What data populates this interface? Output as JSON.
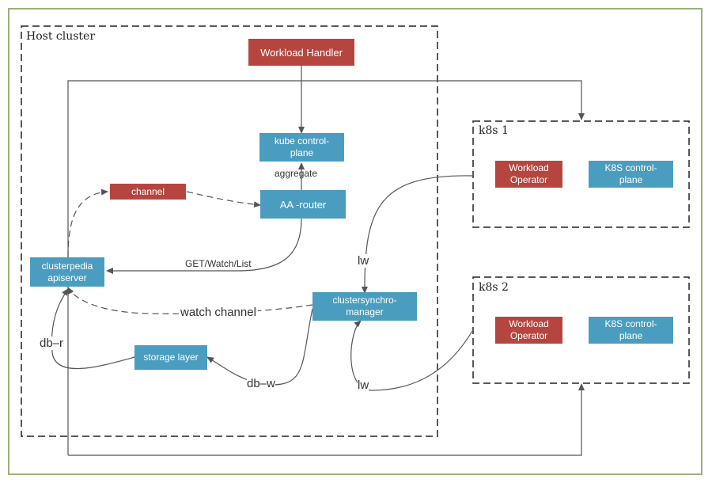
{
  "colors": {
    "service_box": "#4b9dbf",
    "controller_box": "#b5463f",
    "outer_border": "#9bb07c",
    "line": "#555555"
  },
  "clusters": {
    "host": {
      "title": "Host cluster"
    },
    "k8s1": {
      "title": "k8s 1",
      "operator": "Workload\nOperator",
      "control_plane": "K8S control-\nplane"
    },
    "k8s2": {
      "title": "k8s 2",
      "operator": "Workload\nOperator",
      "control_plane": "K8S control-\nplane"
    }
  },
  "nodes": {
    "workload_handler": "Workload Handler",
    "kube_control_plane": "kube control-\nplane",
    "channel": "channel",
    "aa_router": "AA -router",
    "clusterpedia_apiserver": "clusterpedia\napiserver",
    "clustersynchro_manager": "clustersynchro-\nmanager",
    "storage_layer": "storage layer"
  },
  "edge_labels": {
    "aggregate": "aggregate",
    "get_watch_list": "GET/Watch/List",
    "watch_channel": "watch channel",
    "lw_top": "lw",
    "lw_bottom": "lw",
    "db_r": "db–r",
    "db_w": "db–w"
  }
}
